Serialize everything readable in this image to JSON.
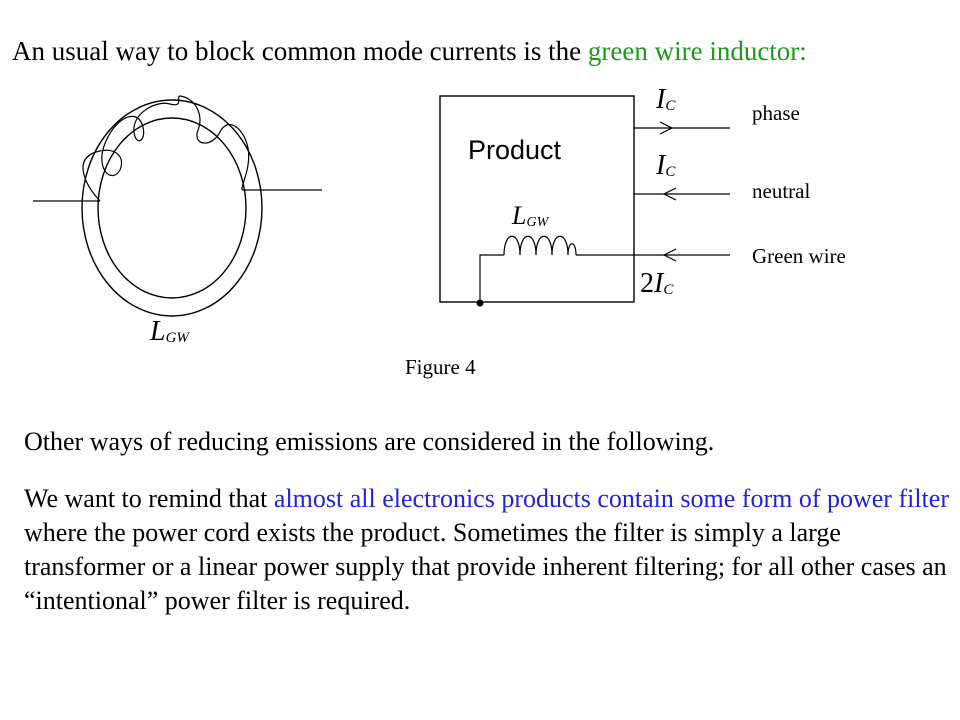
{
  "heading": {
    "text_before": "An usual  way to block common  mode currents is the ",
    "text_highlight": "green wire inductor:",
    "highlight_color": "#1a9a1a"
  },
  "figure": {
    "inductor_label_main": "L",
    "inductor_label_sub": "GW",
    "product_label": "Product",
    "phase_label": "phase",
    "neutral_label": "neutral",
    "green_wire_label": "Green wire",
    "current_phase_main": "I",
    "current_phase_sub": "C",
    "current_neutral_main": "I",
    "current_neutral_sub": "C",
    "current_green_coef": "2",
    "current_green_main": "I",
    "current_green_sub": "C",
    "internal_inductor_main": "L",
    "internal_inductor_sub": "GW",
    "caption": "Figure 4"
  },
  "para1": "Other ways of reducing emissions  are considered  in the following.",
  "para2": {
    "part1": "We want to remind that ",
    "highlight": "almost all electronics products contain some form of power filter",
    "part2": " where the power cord exists the product. Sometimes the filter is simply a large transformer  or a linear power supply that provide inherent filtering; for all other cases an “intentional” power filter is required.",
    "highlight_color": "#2222dd"
  }
}
